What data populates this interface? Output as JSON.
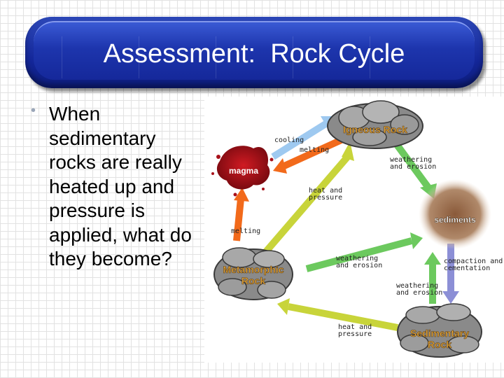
{
  "slide": {
    "title": "Assessment:  Rock Cycle",
    "bullet_text": "When sedimentary rocks are really heated up and pressure is applied, what do they become?"
  },
  "diagram": {
    "nodes": {
      "igneous": "Igneous Rock",
      "magma": "magma",
      "sediments": "sediments",
      "metamorphic_line1": "Metamorphic",
      "metamorphic_line2": "Rock",
      "sedimentary_line1": "Sedimentary",
      "sedimentary_line2": "Rock"
    },
    "processes": {
      "cooling": "cooling",
      "melting_top": "melting",
      "weathering_top_1": "weathering",
      "weathering_top_2": "and erosion",
      "heat_pressure_center_1": "heat and",
      "heat_pressure_center_2": "pressure",
      "melting_left": "melting",
      "weathering_center_1": "weathering",
      "weathering_center_2": "and erosion",
      "compaction_1": "compaction and",
      "compaction_2": "cementation",
      "weathering_bottom_1": "weathering",
      "weathering_bottom_2": "and erosion",
      "heat_pressure_bottom_1": "heat and",
      "heat_pressure_bottom_2": "pressure"
    },
    "colors": {
      "title_bar": "#14279a",
      "cooling_arrow": "#9ec9f0",
      "melting_arrow": "#f26a1b",
      "weathering_arrow": "#6cc95e",
      "heat_pressure_arrow": "#c8d43a",
      "compaction_arrow": "#8c8fd6",
      "magma": "#a8101a",
      "node_label": "#e8a93a"
    }
  }
}
